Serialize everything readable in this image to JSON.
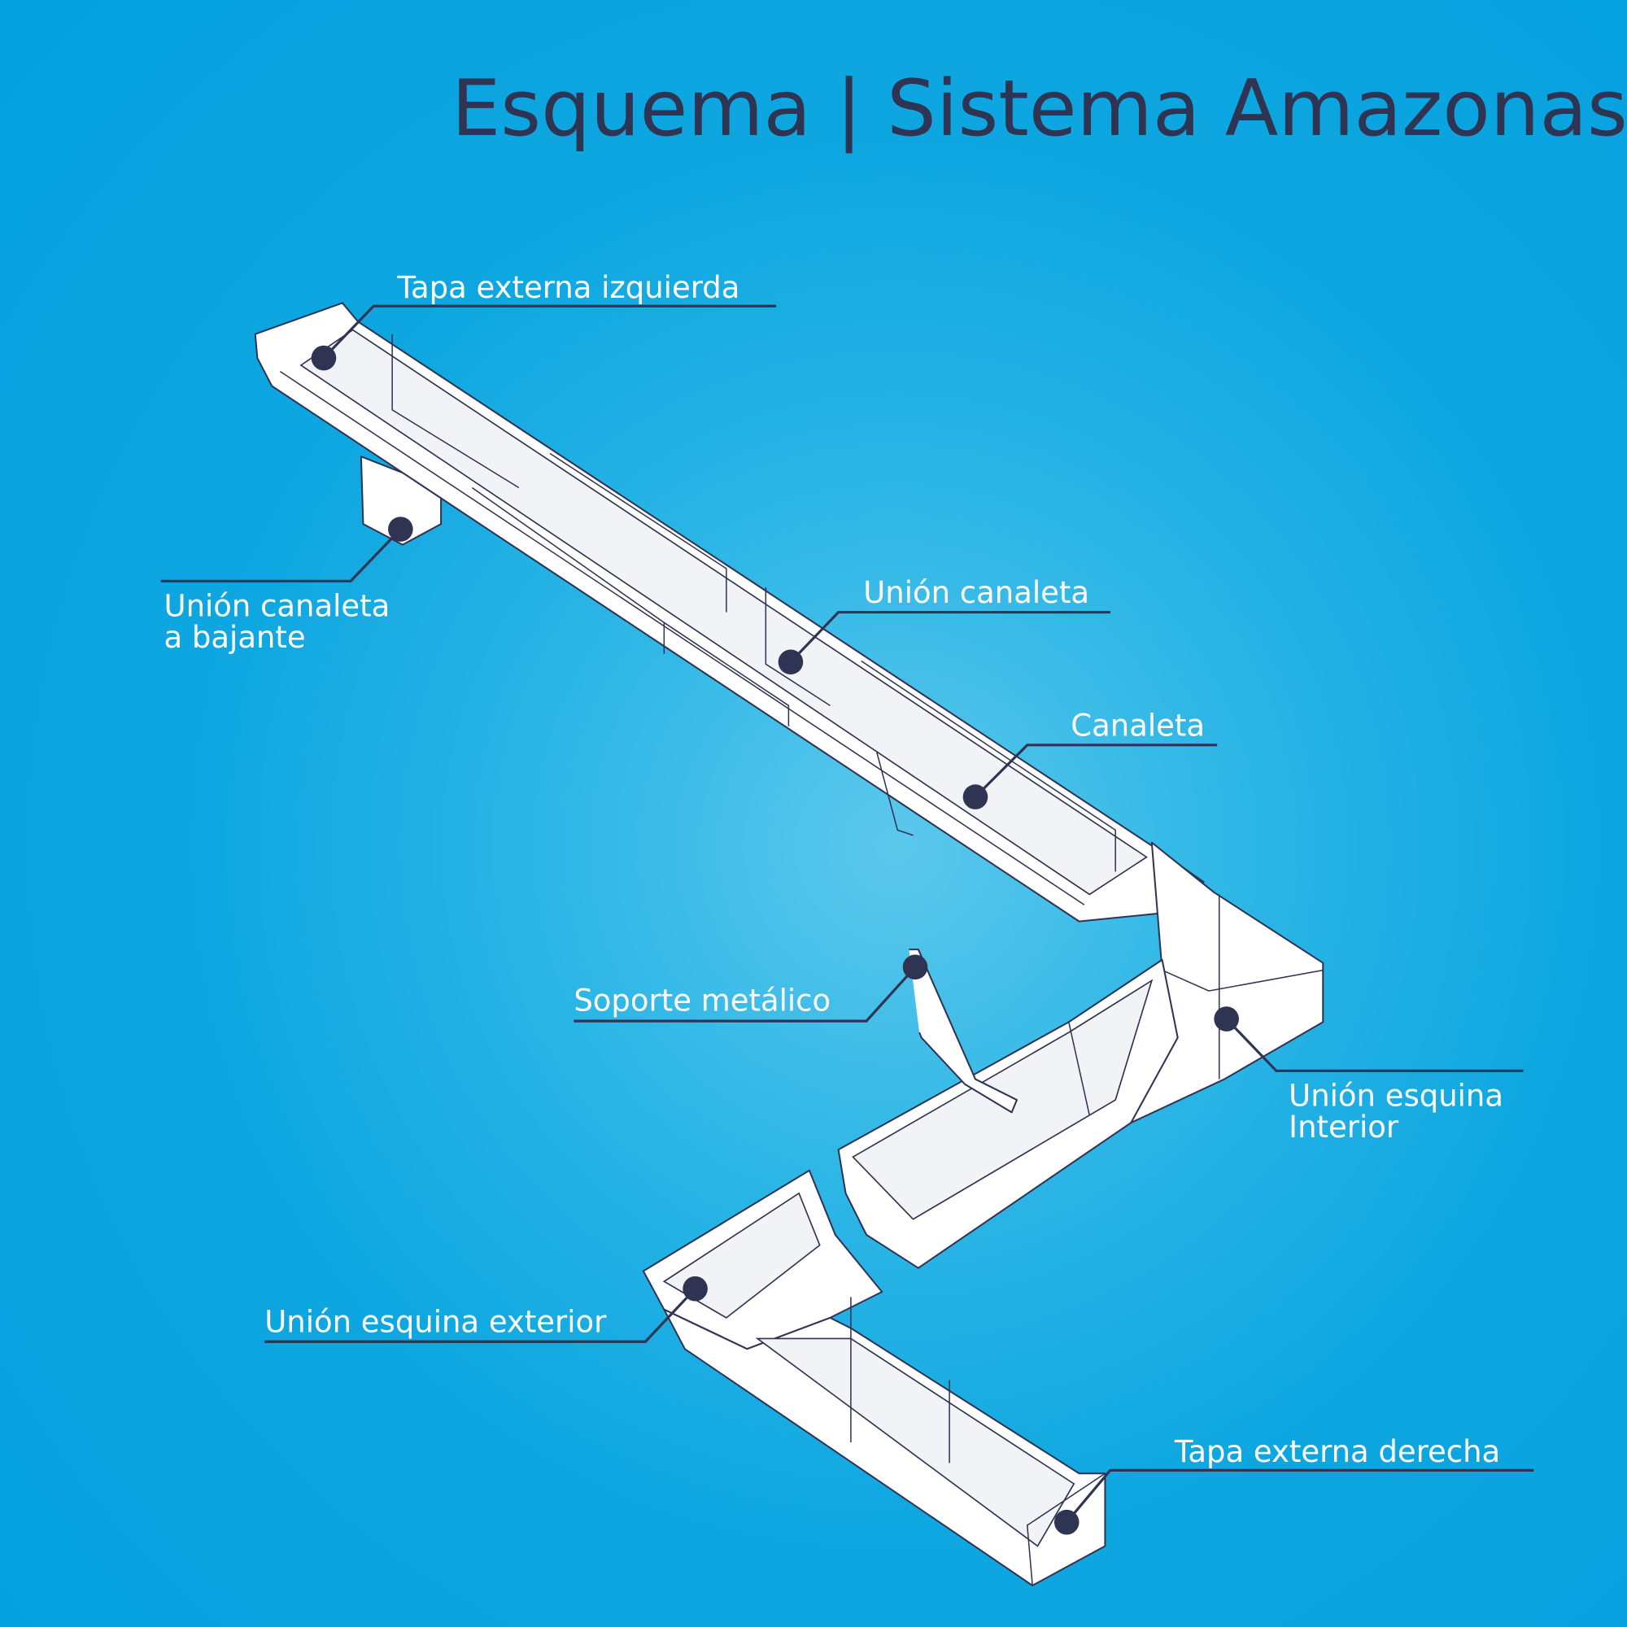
{
  "title": "Esquema | Sistema Amazonas",
  "labels": {
    "tapa_izquierda": "Tapa externa izquierda",
    "union_bajante_line1": "Unión canaleta",
    "union_bajante_line2": "a bajante",
    "union_canaleta": "Unión canaleta",
    "canaleta": "Canaleta",
    "soporte": "Soporte metálico",
    "esquina_interior_line1": "Unión esquina",
    "esquina_interior_line2": "Interior",
    "esquina_exterior": "Unión esquina exterior",
    "tapa_derecha": "Tapa externa derecha"
  },
  "colors": {
    "background": "#0ba8e2",
    "accent": "#2f3452",
    "part": "#ffffff"
  }
}
